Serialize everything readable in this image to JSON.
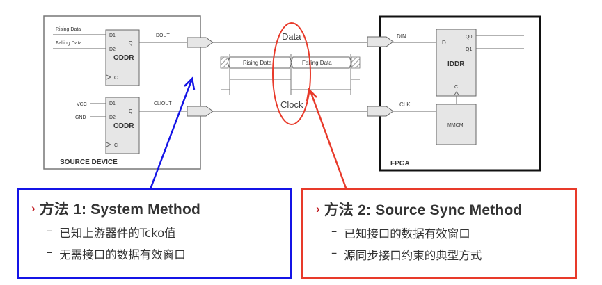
{
  "source_device": {
    "label": "SOURCE DEVICE",
    "oddr_data": {
      "name": "ODDR",
      "pin_d1": "D1",
      "pin_d2": "D2",
      "pin_q": "Q",
      "pin_c": "C",
      "input1": "Rising Data",
      "input2": "Falling Data",
      "output": "DOUT"
    },
    "oddr_clock": {
      "name": "ODDR",
      "pin_d1": "D1",
      "pin_d2": "D2",
      "pin_q": "Q",
      "pin_c": "C",
      "input1": "VCC",
      "input2": "GND",
      "output": "CLIOUT"
    }
  },
  "timing": {
    "data_label": "Data",
    "clock_label": "Clock",
    "rising_label": "Rising Data",
    "falling_label": "Falling Data"
  },
  "fpga": {
    "label": "FPGA",
    "din": "DIN",
    "clk": "CLK",
    "iddr": {
      "name": "IDDR",
      "pin_d": "D",
      "pin_q0": "Q0",
      "pin_q1": "Q1",
      "pin_c": "C"
    },
    "mmcm": "MMCM"
  },
  "colors": {
    "method1": "#1414e6",
    "method2": "#e83a2a",
    "chevron": "#c0171d"
  },
  "methods": [
    {
      "title": "方法  1:  System Method",
      "bullets": [
        "已知上游器件的Tcko值",
        "无需接口的数据有效窗口"
      ]
    },
    {
      "title": "方法  2:  Source Sync Method",
      "bullets": [
        "已知接口的数据有效窗口",
        "源同步接口约束的典型方式"
      ]
    }
  ],
  "bullet_dash": "–",
  "chevron": "›"
}
